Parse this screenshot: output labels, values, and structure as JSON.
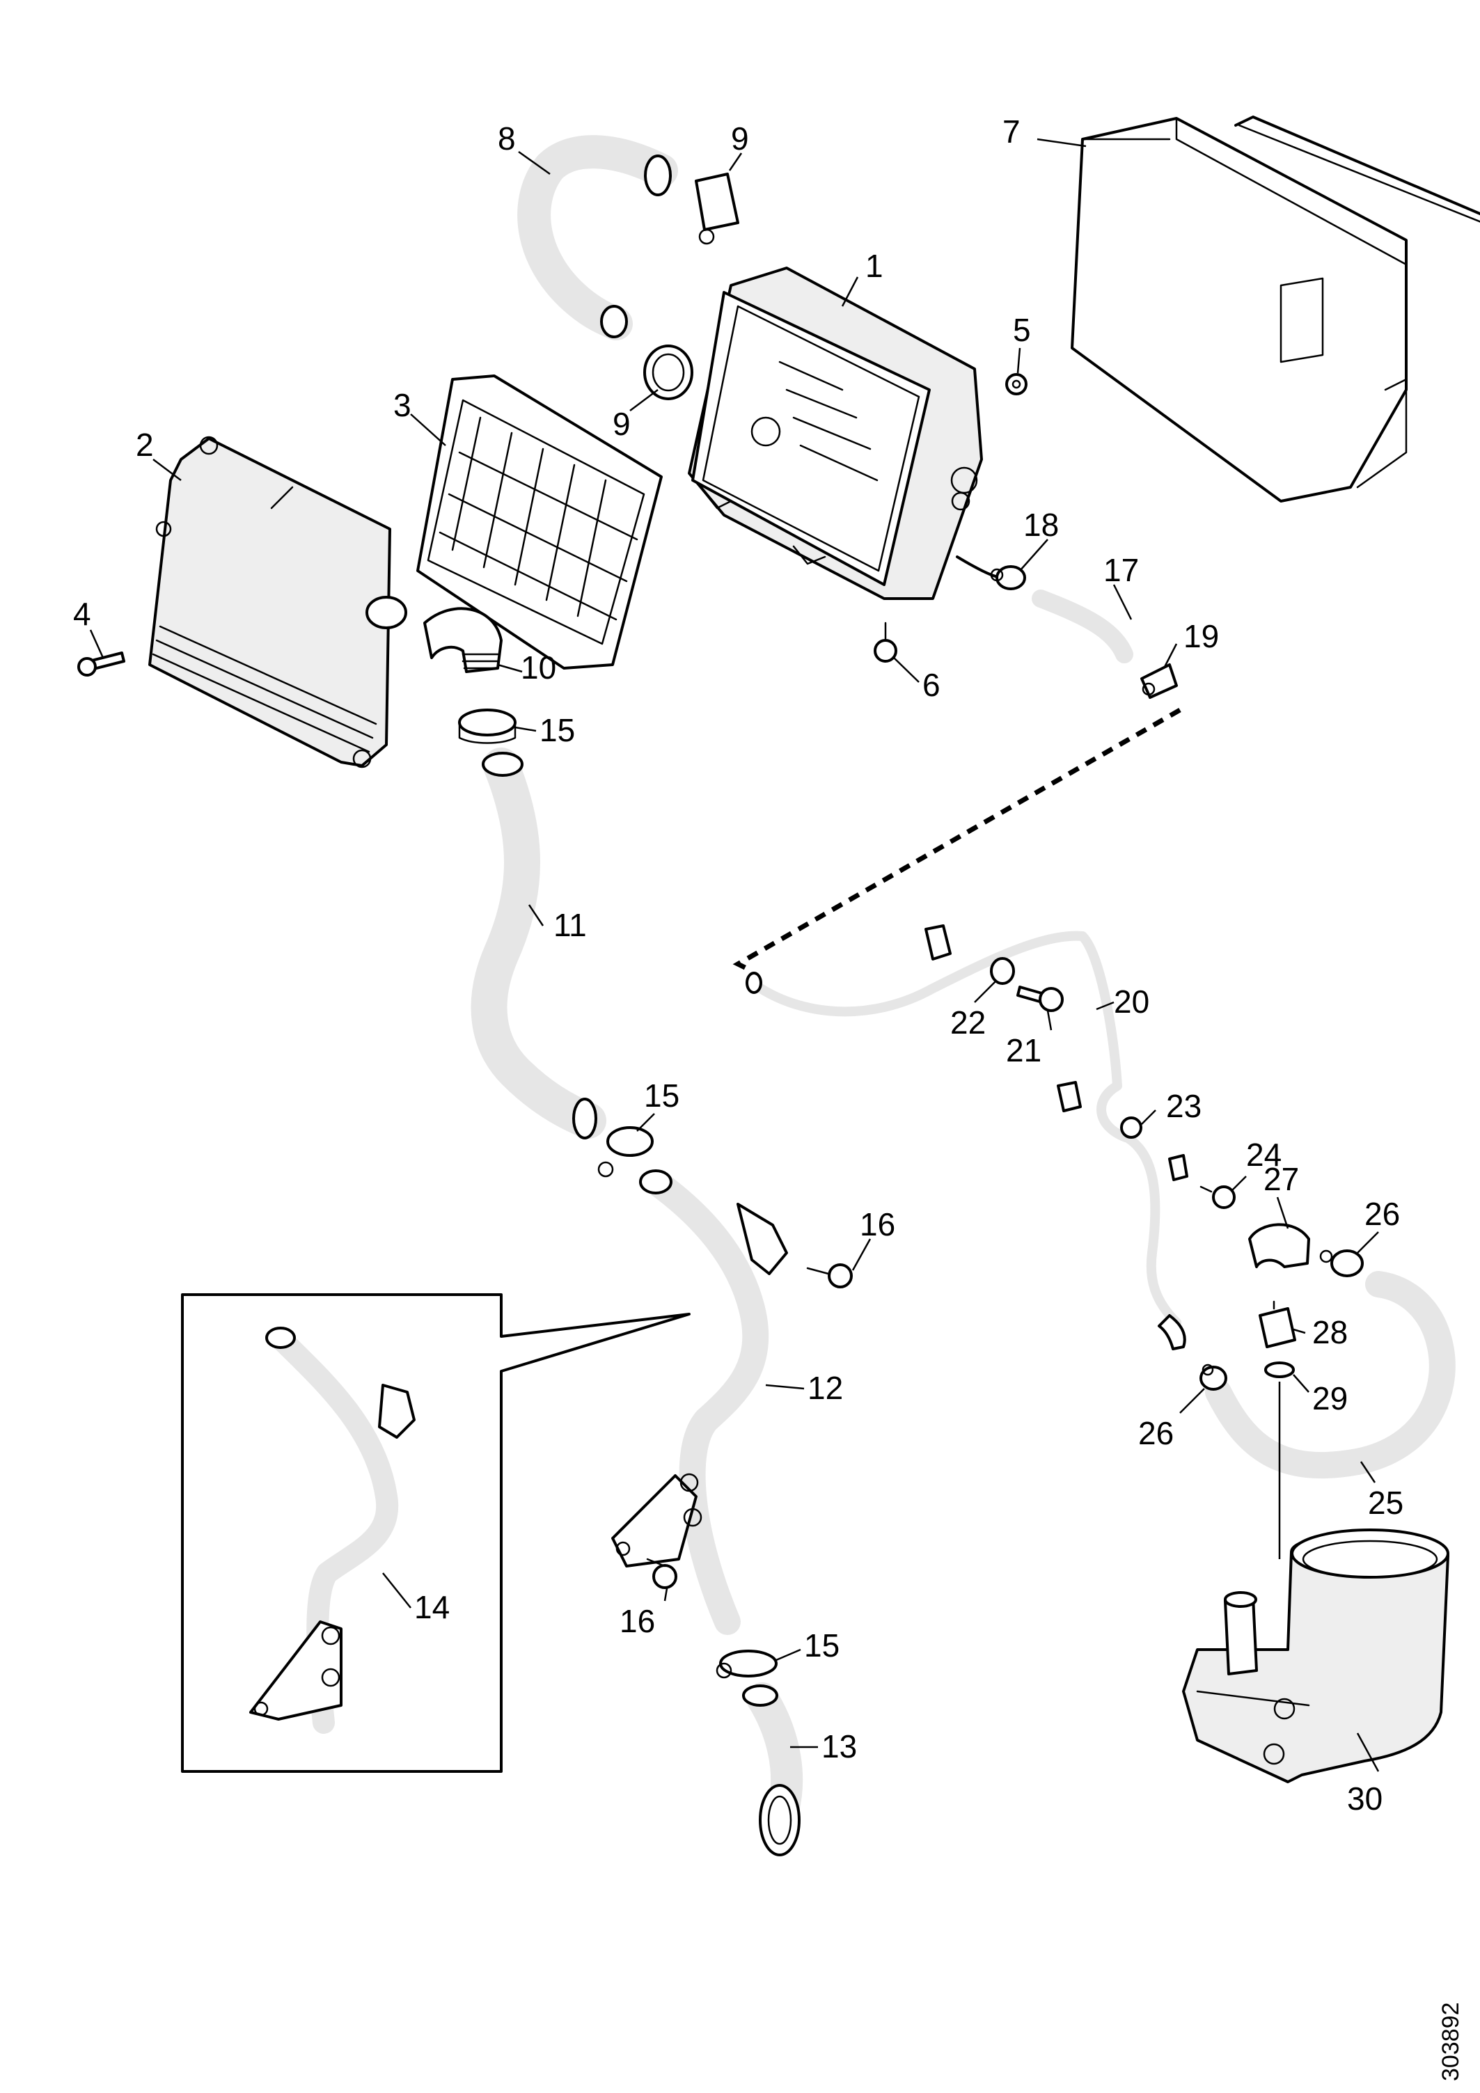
{
  "diagram": {
    "document_number": "303892",
    "callouts": {
      "c1": "1",
      "c2": "2",
      "c3": "3",
      "c4": "4",
      "c5": "5",
      "c6": "6",
      "c7": "7",
      "c8": "8",
      "c9a": "9",
      "c9b": "9",
      "c10": "10",
      "c11": "11",
      "c12": "12",
      "c13": "13",
      "c14": "14",
      "c15a": "15",
      "c15b": "15",
      "c15c": "15",
      "c16a": "16",
      "c16b": "16",
      "c17": "17",
      "c18": "18",
      "c19": "19",
      "c20": "20",
      "c21": "21",
      "c22": "22",
      "c23": "23",
      "c24": "24",
      "c25": "25",
      "c26a": "26",
      "c26b": "26",
      "c27": "27",
      "c28": "28",
      "c29": "29",
      "c30": "30"
    }
  }
}
